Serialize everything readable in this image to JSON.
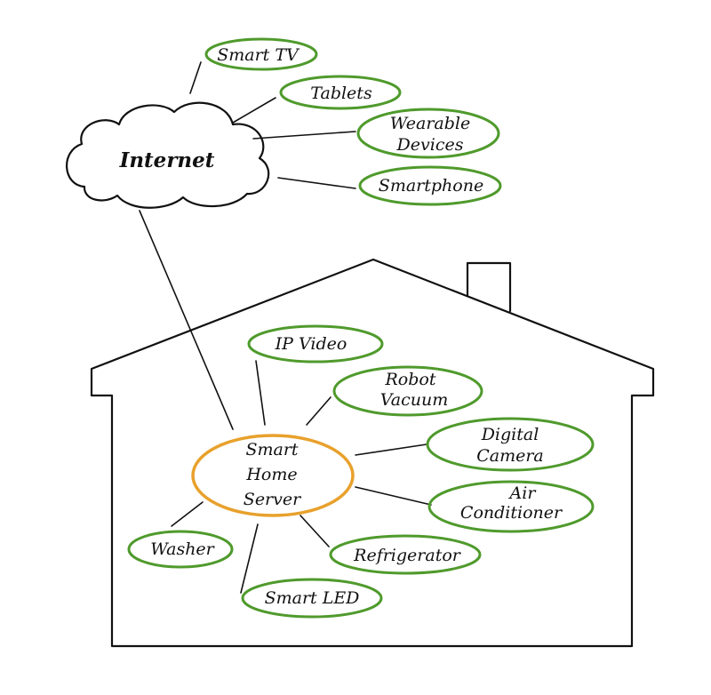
{
  "diagram": {
    "cloud_label": "Internet",
    "server_label_lines": [
      "Smart",
      "Home",
      "Server"
    ],
    "internet_devices": [
      [
        "Smart TV"
      ],
      [
        "Tablets"
      ],
      [
        "Wearable",
        "Devices"
      ],
      [
        "Smartphone"
      ]
    ],
    "home_devices": [
      [
        "IP Video"
      ],
      [
        "Robot",
        "Vacuum"
      ],
      [
        "Digital",
        "Camera"
      ],
      [
        "Air",
        "Conditioner"
      ],
      [
        "Refrigerator"
      ],
      [
        "Smart LED"
      ],
      [
        "Washer"
      ]
    ],
    "colors": {
      "device_ellipse": "#4f9a2c",
      "server_ellipse": "#e8a12c",
      "ink": "#111111",
      "background": "#ffffff"
    }
  }
}
